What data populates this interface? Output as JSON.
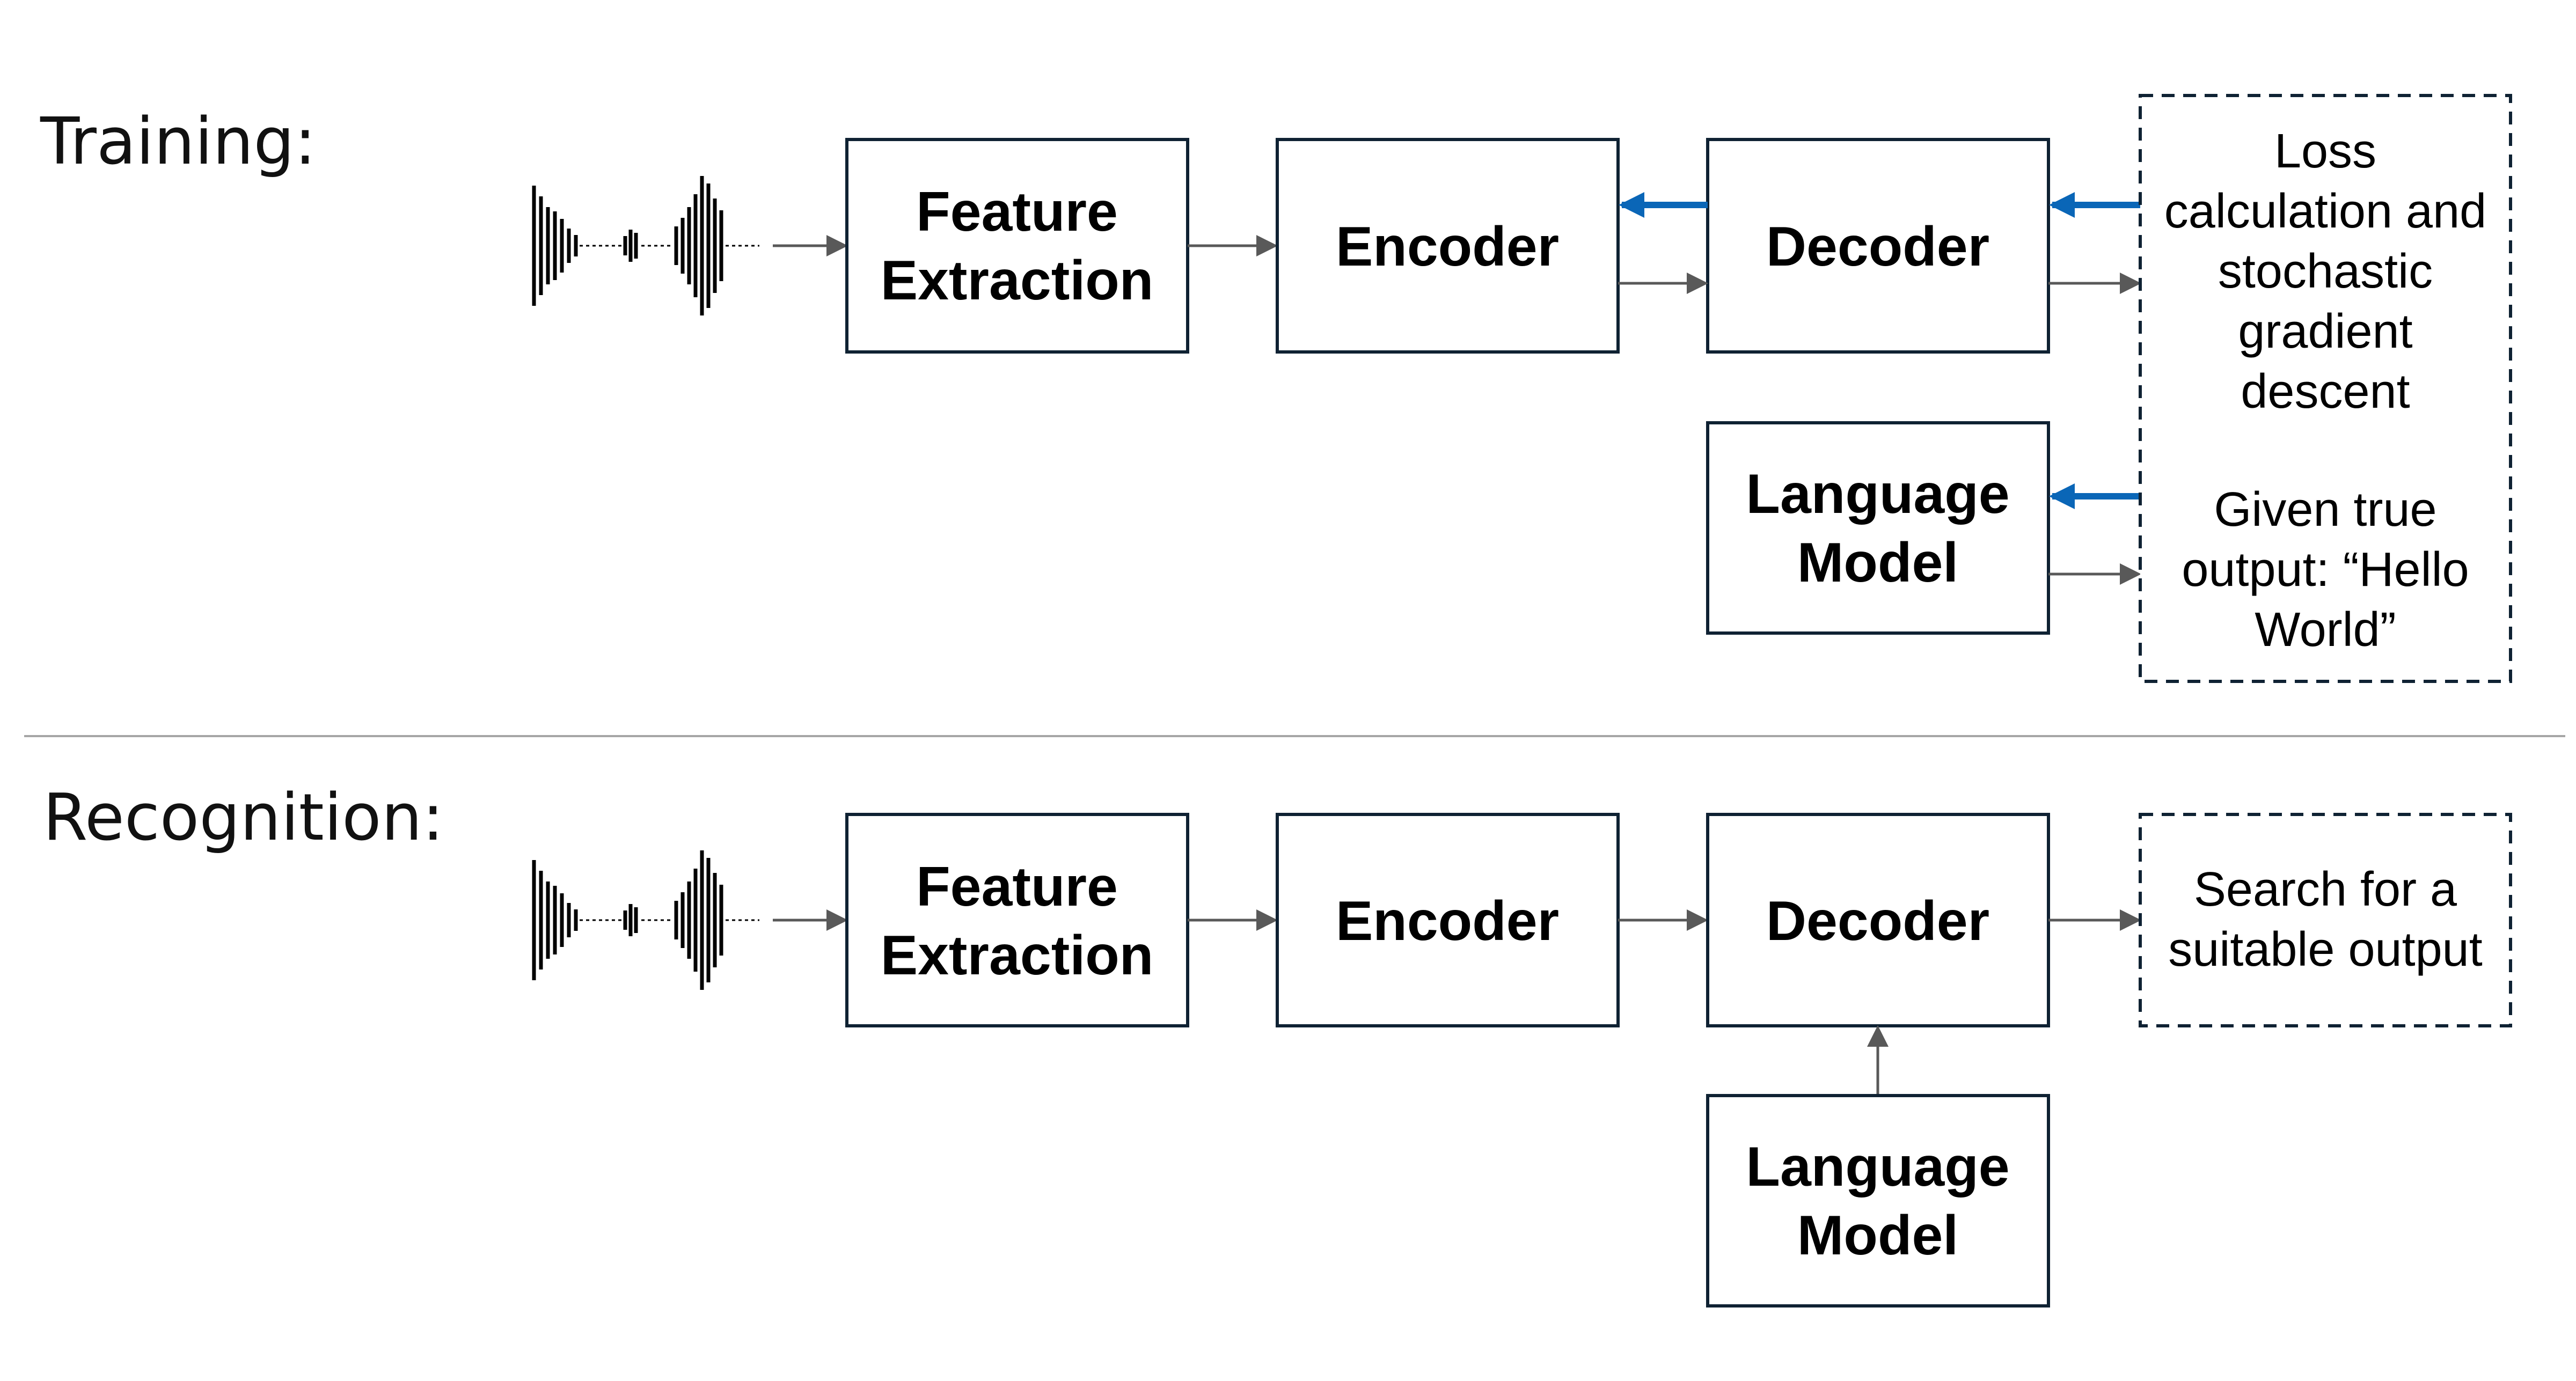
{
  "training": {
    "label": "Training:",
    "feature_extraction": [
      "Feature",
      "Extraction"
    ],
    "encoder": "Encoder",
    "decoder": "Decoder",
    "language_model": [
      "Language",
      "Model"
    ],
    "loss_note": [
      "Loss",
      "calculation and",
      "stochastic",
      "gradient",
      "descent"
    ],
    "true_output_note": [
      "Given true",
      "output: “Hello",
      "World”"
    ]
  },
  "recognition": {
    "label": "Recognition:",
    "feature_extraction": [
      "Feature",
      "Extraction"
    ],
    "encoder": "Encoder",
    "decoder": "Decoder",
    "language_model": [
      "Language",
      "Model"
    ],
    "output_note": [
      "Search for a",
      "suitable output"
    ]
  },
  "colors": {
    "backprop_arrow": "#0a66b7",
    "forward_arrow": "#595959",
    "box_stroke": "#0f2233"
  },
  "icons": {
    "audio_input": "waveform-icon"
  }
}
